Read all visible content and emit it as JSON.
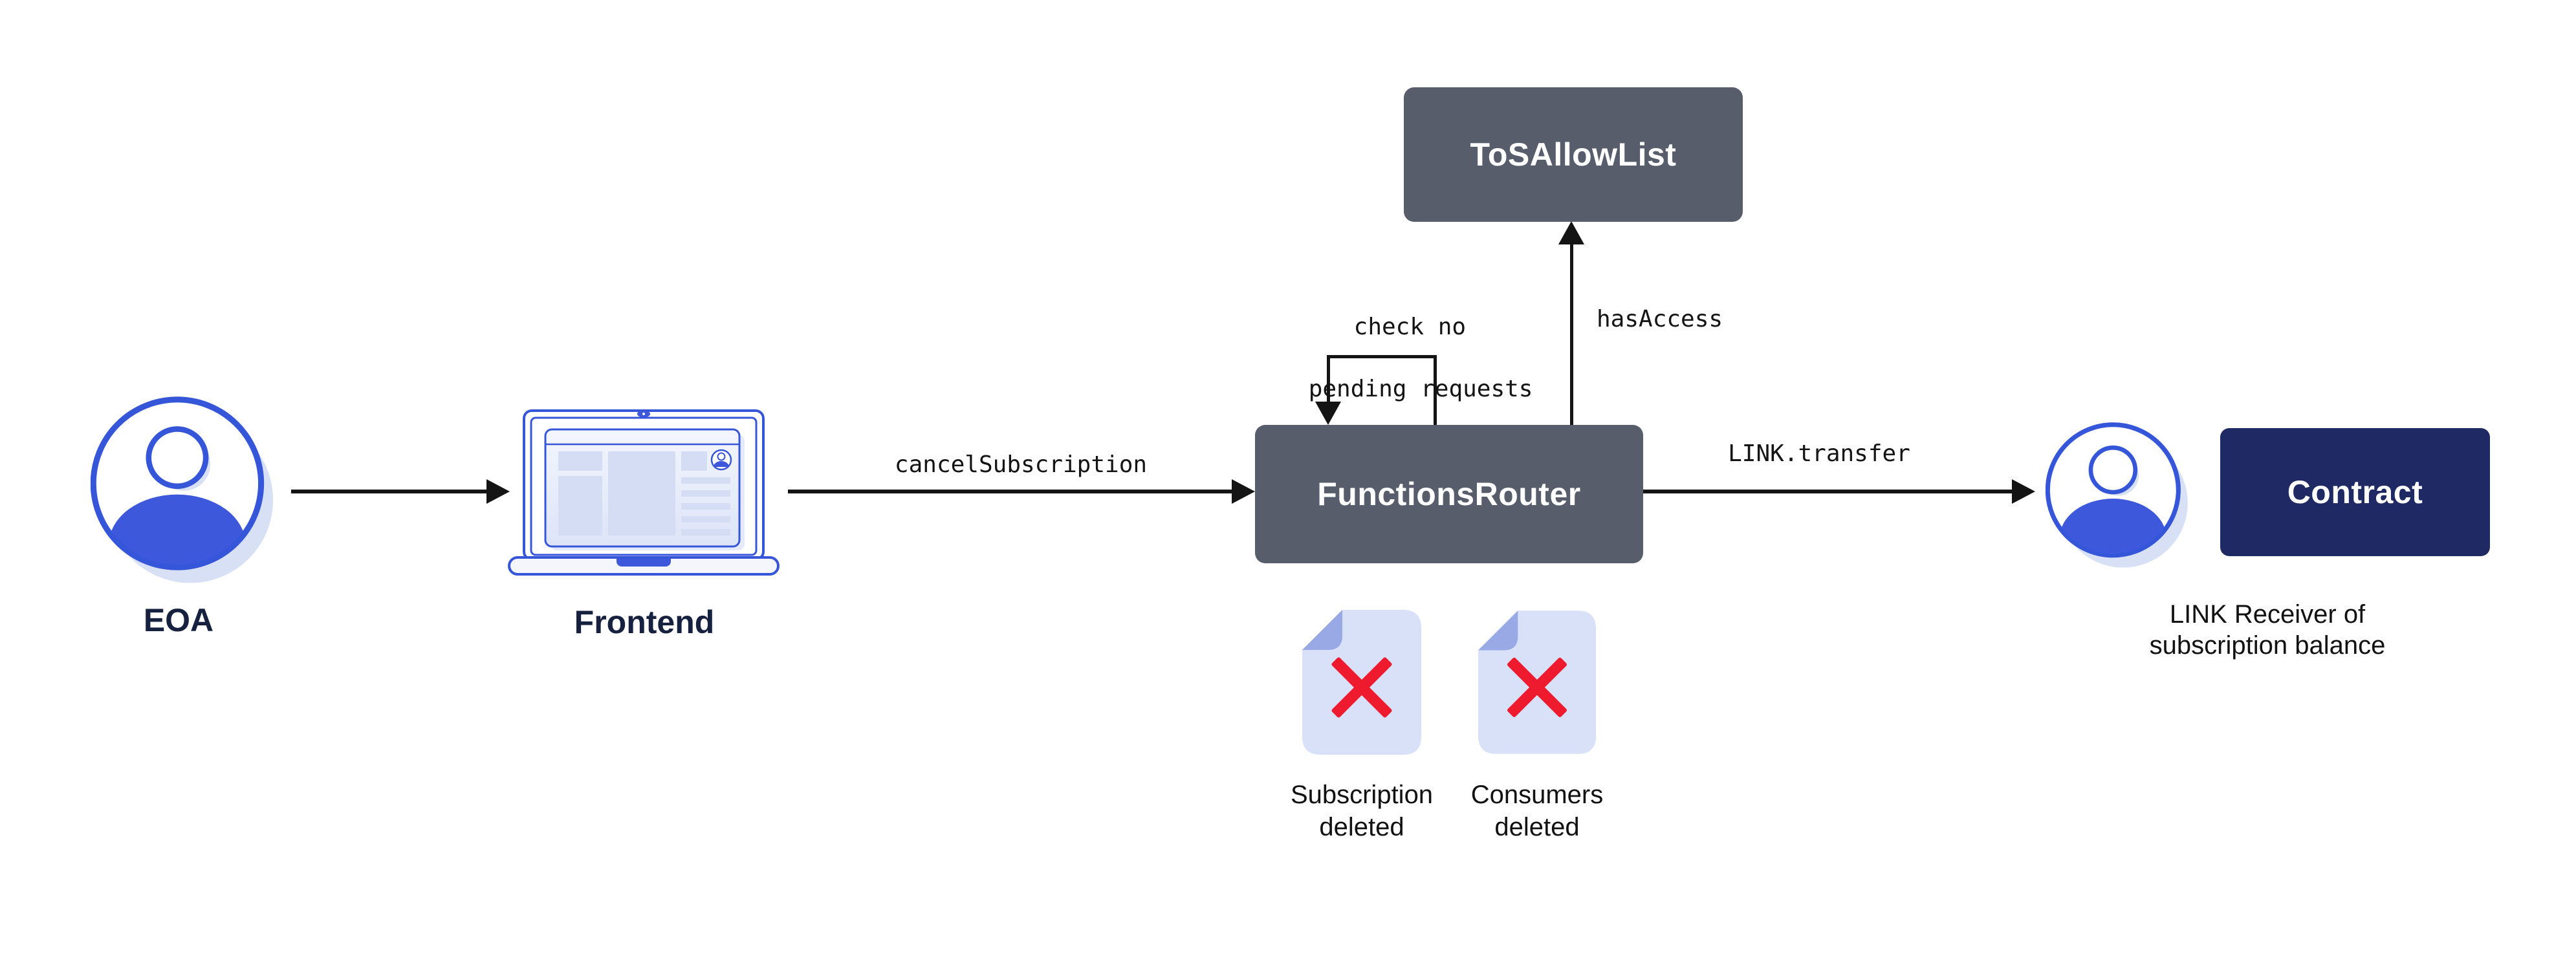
{
  "diagram": {
    "title_implicit": "Cancel subscription flow",
    "nodes": {
      "eoa": {
        "label": "EOA",
        "icon": "person-icon"
      },
      "frontend": {
        "label": "Frontend",
        "icon": "laptop-icon"
      },
      "functions_router": {
        "label": "FunctionsRouter"
      },
      "tos_allow_list": {
        "label": "ToSAllowList"
      },
      "contract": {
        "label": "Contract"
      },
      "link_receiver": {
        "icon": "person-icon",
        "caption_line1": "LINK Receiver of",
        "caption_line2": "subscription balance"
      },
      "subscription_doc": {
        "icon": "deleted-document-icon",
        "caption_line1": "Subscription",
        "caption_line2": "deleted"
      },
      "consumers_doc": {
        "icon": "deleted-document-icon",
        "caption_line1": "Consumers",
        "caption_line2": "deleted"
      }
    },
    "edges": {
      "eoa_to_frontend": {
        "label": ""
      },
      "frontend_to_router": {
        "label": "cancelSubscription"
      },
      "router_self_loop": {
        "label_line1": "check no",
        "label_line2": "pending requests"
      },
      "router_to_tos": {
        "label": "hasAccess"
      },
      "router_to_receiver": {
        "label": "LINK.transfer"
      }
    },
    "colors": {
      "box_slate": "#575D6B",
      "box_navy": "#1F2A64",
      "icon_stroke_blue": "#3656DA",
      "icon_fill_blue": "#3D58DB",
      "icon_shadow_lavender": "#D8E0F6",
      "document_fill": "#D8E1F7",
      "document_fold": "#98A9E6",
      "delete_x_red": "#EE1A2D",
      "arrow_black": "#141414",
      "caption_navy": "#15213E",
      "background": "#FFFFFF"
    }
  }
}
